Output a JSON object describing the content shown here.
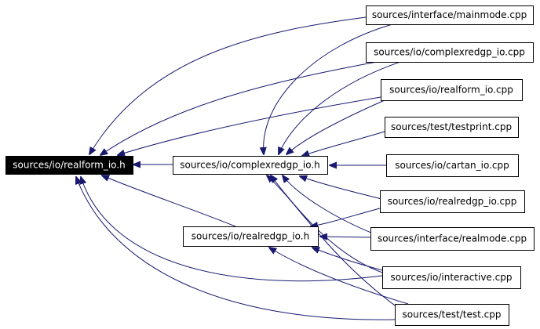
{
  "diagram": {
    "type": "include-dependency-graph",
    "colors": {
      "edge": "#191970",
      "node_border": "#000000",
      "node_fill": "#ffffff",
      "focus_fill": "#000000",
      "focus_text": "#ffffff"
    },
    "nodes": [
      {
        "id": "realform_io_h",
        "label": "sources/io/realform_io.h",
        "focus": true
      },
      {
        "id": "complexredgp_io_h",
        "label": "sources/io/complexredgp_io.h"
      },
      {
        "id": "realredgp_io_h",
        "label": "sources/io/realredgp_io.h"
      },
      {
        "id": "mainmode_cpp",
        "label": "sources/interface/mainmode.cpp"
      },
      {
        "id": "complexredgp_io_cpp",
        "label": "sources/io/complexredgp_io.cpp"
      },
      {
        "id": "realform_io_cpp",
        "label": "sources/io/realform_io.cpp"
      },
      {
        "id": "testprint_cpp",
        "label": "sources/test/testprint.cpp"
      },
      {
        "id": "cartan_io_cpp",
        "label": "sources/io/cartan_io.cpp"
      },
      {
        "id": "realredgp_io_cpp",
        "label": "sources/io/realredgp_io.cpp"
      },
      {
        "id": "realmode_cpp",
        "label": "sources/interface/realmode.cpp"
      },
      {
        "id": "interactive_cpp",
        "label": "sources/io/interactive.cpp"
      },
      {
        "id": "test_cpp",
        "label": "sources/test/test.cpp"
      }
    ],
    "edges": [
      {
        "from": "complexredgp_io_h",
        "to": "realform_io_h"
      },
      {
        "from": "realredgp_io_h",
        "to": "realform_io_h"
      },
      {
        "from": "mainmode_cpp",
        "to": "realform_io_h"
      },
      {
        "from": "complexredgp_io_cpp",
        "to": "realform_io_h"
      },
      {
        "from": "realform_io_cpp",
        "to": "realform_io_h"
      },
      {
        "from": "interactive_cpp",
        "to": "realform_io_h"
      },
      {
        "from": "test_cpp",
        "to": "realform_io_h"
      },
      {
        "from": "mainmode_cpp",
        "to": "complexredgp_io_h"
      },
      {
        "from": "complexredgp_io_cpp",
        "to": "complexredgp_io_h"
      },
      {
        "from": "realform_io_cpp",
        "to": "complexredgp_io_h"
      },
      {
        "from": "testprint_cpp",
        "to": "complexredgp_io_h"
      },
      {
        "from": "cartan_io_cpp",
        "to": "complexredgp_io_h"
      },
      {
        "from": "realredgp_io_cpp",
        "to": "complexredgp_io_h"
      },
      {
        "from": "realmode_cpp",
        "to": "complexredgp_io_h"
      },
      {
        "from": "interactive_cpp",
        "to": "complexredgp_io_h"
      },
      {
        "from": "test_cpp",
        "to": "complexredgp_io_h"
      },
      {
        "from": "realredgp_io_cpp",
        "to": "realredgp_io_h"
      },
      {
        "from": "realmode_cpp",
        "to": "realredgp_io_h"
      },
      {
        "from": "interactive_cpp",
        "to": "realredgp_io_h"
      },
      {
        "from": "test_cpp",
        "to": "realredgp_io_h"
      }
    ]
  }
}
